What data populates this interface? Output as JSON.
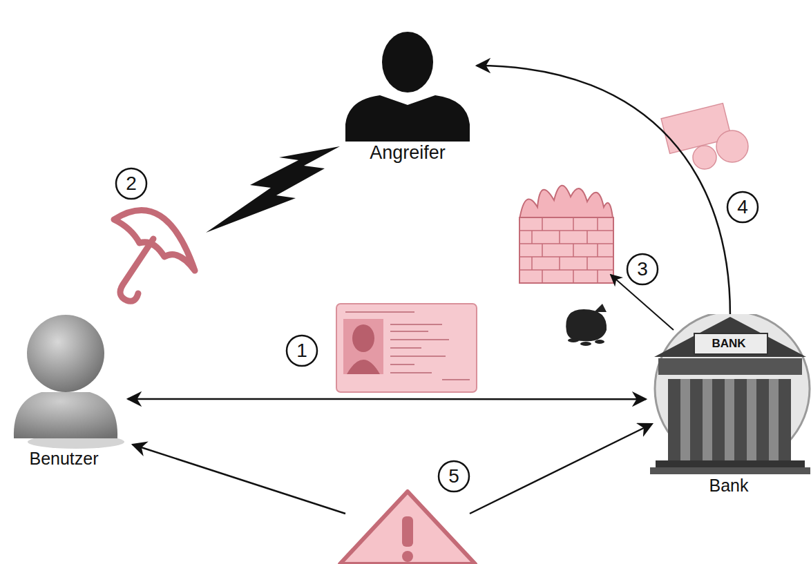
{
  "diagram": {
    "nodes": [
      {
        "text": [
          "Angreifer"
        ]
      },
      {
        "text": [
          "Benutzer"
        ]
      },
      {
        "text": [
          "BANK",
          "Bank"
        ]
      }
    ],
    "edges": [
      {
        "from": 1,
        "to": 2,
        "arrow": "both"
      },
      {
        "from": 2,
        "to": 0,
        "arrow": "to"
      }
    ],
    "labels": [
      "1",
      "2",
      "3",
      "4",
      "5"
    ]
  }
}
